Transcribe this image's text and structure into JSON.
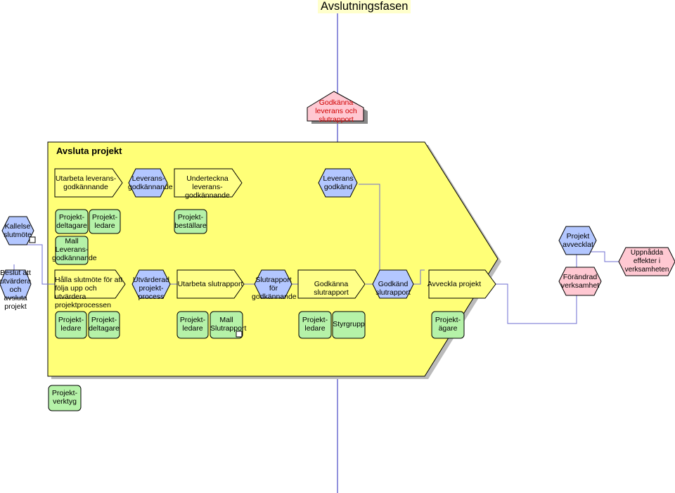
{
  "page_title": "Avslutningsfasen",
  "frame_title": "Avsluta projekt",
  "colors": {
    "yellow": "#ffff88",
    "frame": "#ffff77",
    "event_blue": "#b3c7ff",
    "role_green": "#b5f2a8",
    "goal_pink": "#ffc8d2",
    "border": "#000000",
    "red_text": "#d00000"
  },
  "nodes": {
    "godkanna_top": "Godkänna leverans och slutrapport",
    "utarbeta_leverans": "Utarbeta leverans-godkännande",
    "leverans_godk_1": "Leverans-godkännande",
    "underteckna": "Underteckna leverans-godkännande",
    "leverans_godkand": "Leverans godkänd",
    "kallelse": "Kallelse slutmöte",
    "beslut": "Beslut att utvärdera och avsluta projekt",
    "projektdeltagare_1": "Projekt-deltagare",
    "projektledare_1": "Projekt-ledare",
    "projektbestallare": "Projekt-beställare",
    "mall_leverans": "Mall Leverans-godkännande",
    "halla_slutmote": "Hålla slutmöte för att följa upp och utvärdera projektprocessen",
    "utvarderad": "Utvärderad projekt-process",
    "utarbeta_slutrapport": "Utarbeta slutrapport",
    "slutrapport_for": "Slutrapport för godkännande",
    "godkanna_slutrapport": "Godkänna slutrapport",
    "godkand_slutrapport": "Godkänd slutrapport",
    "avveckla": "Avveckla projekt",
    "projekt_avvecklat": "Projekt avvecklat",
    "forandrad": "Förändrad verksamhet",
    "uppnadda": "Uppnådda effekter i verksamheten",
    "projektledare_2": "Projekt-ledare",
    "projektdeltagare_2": "Projekt-deltagare",
    "projektledare_3": "Projekt-ledare",
    "mall_slutrapport": "Mall Slutrapport",
    "projektledare_4": "Projekt-ledare",
    "styrgrupp": "Styrgrupp",
    "projektagare": "Projekt-ägare",
    "projektverktyg": "Projekt-verktyg"
  }
}
